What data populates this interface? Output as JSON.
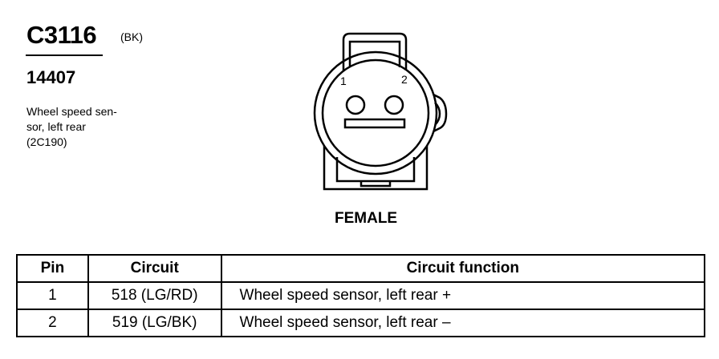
{
  "connector": {
    "id": "C3116",
    "color_code": "(BK)",
    "part_number": "14407",
    "description_lines": [
      "Wheel speed sen-",
      "sor, left rear",
      "(2C190)"
    ]
  },
  "diagram": {
    "pin_labels": [
      "1",
      "2"
    ],
    "gender": "FEMALE"
  },
  "table": {
    "headers": [
      "Pin",
      "Circuit",
      "Circuit function"
    ],
    "rows": [
      {
        "pin": "1",
        "circuit": "518 (LG/RD)",
        "function": "Wheel speed sensor, left rear +"
      },
      {
        "pin": "2",
        "circuit": "519 (LG/BK)",
        "function": "Wheel speed sensor, left rear –"
      }
    ]
  }
}
